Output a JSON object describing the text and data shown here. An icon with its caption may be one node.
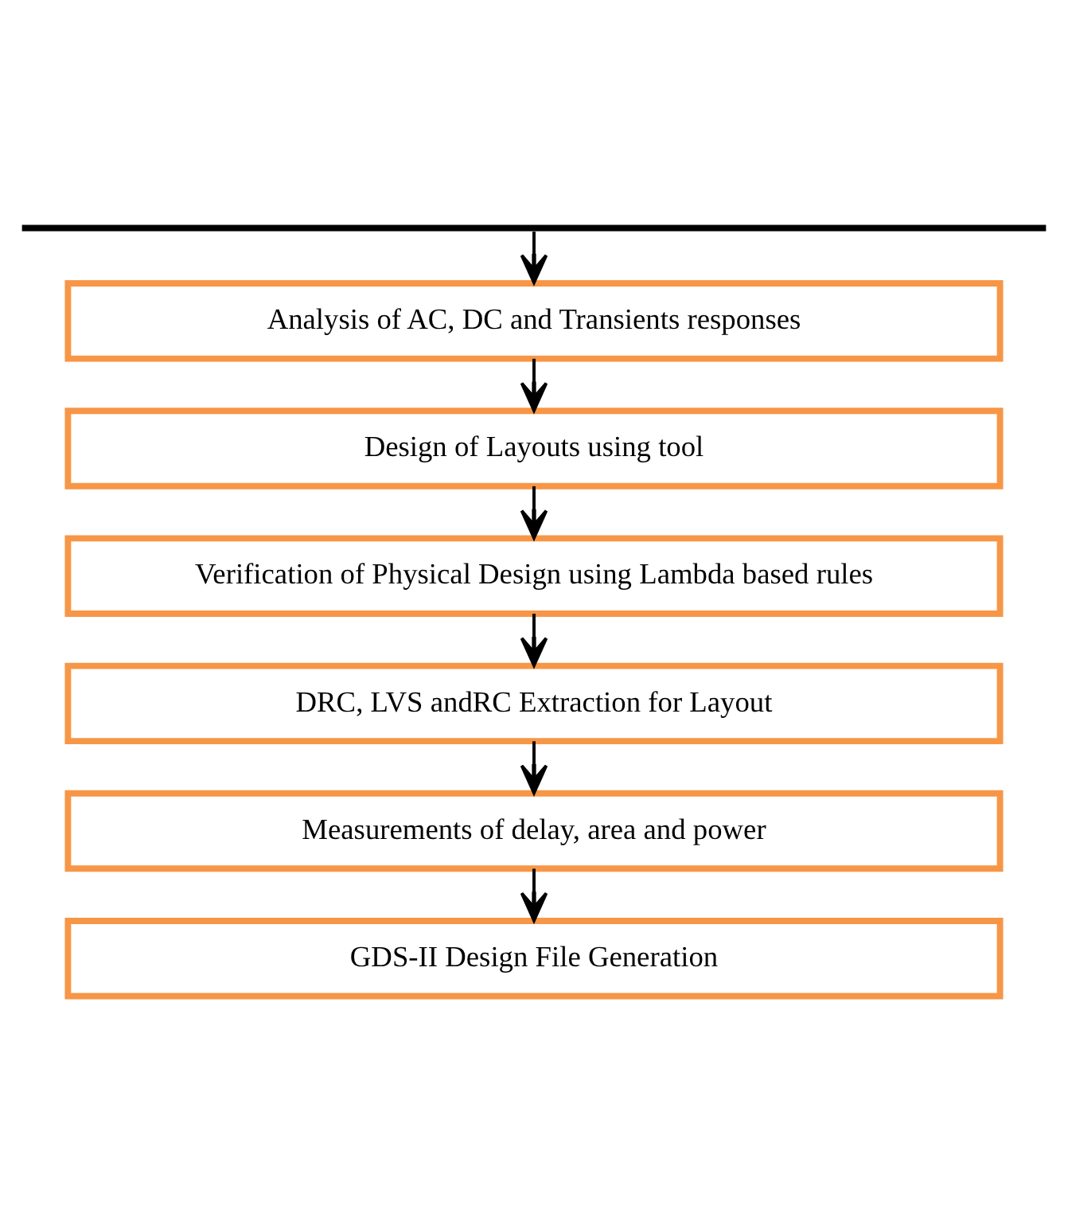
{
  "diagram": {
    "nodes": [
      {
        "text": [
          "Analysis of AC, DC and Transients responses"
        ]
      },
      {
        "text": [
          "Design of Layouts using tool"
        ]
      },
      {
        "text": [
          "Verification of Physical Design using Lambda based rules"
        ]
      },
      {
        "text": [
          "DRC, LVS andRC Extraction for Layout"
        ]
      },
      {
        "text": [
          "Measurements of delay, area and power"
        ]
      },
      {
        "text": [
          "GDS-II Design File Generation"
        ]
      }
    ],
    "edges": [
      {
        "from": null,
        "to": 0,
        "arrow": "to"
      },
      {
        "from": 0,
        "to": 1,
        "arrow": "to"
      },
      {
        "from": 1,
        "to": 2,
        "arrow": "to"
      },
      {
        "from": 2,
        "to": 3,
        "arrow": "to"
      },
      {
        "from": 3,
        "to": 4,
        "arrow": "to"
      },
      {
        "from": 4,
        "to": 5,
        "arrow": "to"
      }
    ]
  }
}
